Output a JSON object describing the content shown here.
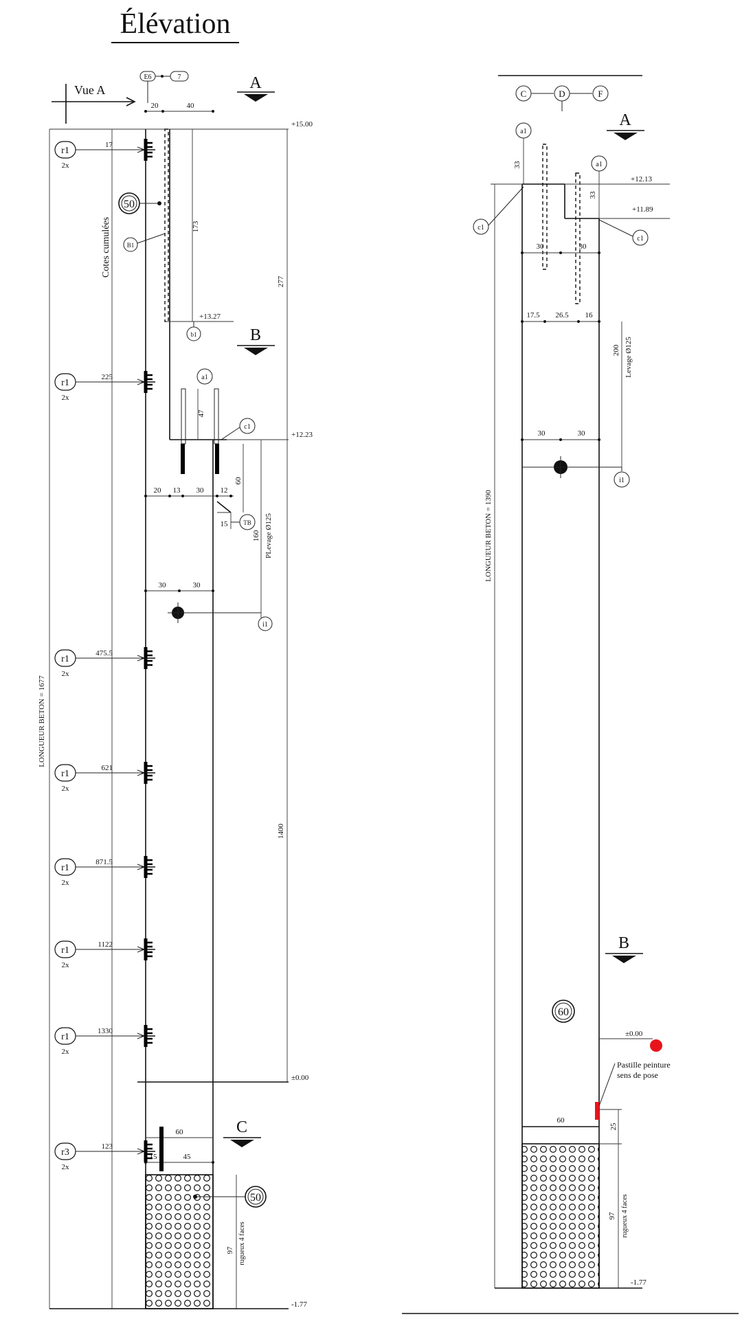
{
  "left": {
    "title": "Élévation",
    "view_label": "Vue A",
    "grid_refs": [
      "E6",
      "7"
    ],
    "section_a": "A",
    "section_b": "B",
    "section_c": "C",
    "top_dims": [
      "20",
      "40"
    ],
    "cumulative_label": "Cotes cumulées",
    "length_label": "LONGUEUR BETON = 1677",
    "levels": {
      "top": "+15.00",
      "l1327": "+13.27",
      "l1223": "+12.23",
      "zero": "±0.00",
      "bottom": "-1.77"
    },
    "r_rows": [
      {
        "tag": "r1",
        "mult": "2x",
        "dim": "17"
      },
      {
        "tag": "r1",
        "mult": "2x",
        "dim": "225"
      },
      {
        "tag": "r1",
        "mult": "2x",
        "dim": "475.5"
      },
      {
        "tag": "r1",
        "mult": "2x",
        "dim": "621"
      },
      {
        "tag": "r1",
        "mult": "2x",
        "dim": "871.5"
      },
      {
        "tag": "r1",
        "mult": "2x",
        "dim": "1122"
      },
      {
        "tag": "r1",
        "mult": "2x",
        "dim": "1330"
      },
      {
        "tag": "r3",
        "mult": "2x",
        "dim": "123"
      }
    ],
    "bubbles": {
      "n50_top": "50",
      "b1": "B1",
      "b1b": "b1",
      "a1": "a1",
      "c1": "c1",
      "tb": "TB",
      "i1": "i1",
      "n50_bottom": "50"
    },
    "dims": {
      "d173": "173",
      "d277": "277",
      "d47": "47",
      "d20": "20",
      "d13": "13",
      "d30": "30",
      "d12": "12",
      "d60": "60",
      "d15": "15",
      "d160": "160",
      "levage": "PLevage Ø125",
      "d30a": "30",
      "d30b": "30",
      "d1400": "1400",
      "c60": "60",
      "c15": "15",
      "c45": "45",
      "d97": "97",
      "rugueux": "rugueux 4 faces"
    }
  },
  "right": {
    "grid_refs": [
      "C",
      "D",
      "F"
    ],
    "section_a": "A",
    "section_b": "B",
    "levels": {
      "l1213": "+12.13",
      "l1189": "+11.89",
      "zero": "±0.00",
      "bottom": "-1.77"
    },
    "bubbles": {
      "a1_left": "a1",
      "a1_right": "a1",
      "c1_left": "c1",
      "c1_right": "c1",
      "i1": "i1",
      "n60": "60"
    },
    "dims": {
      "d33a": "33",
      "d33b": "33",
      "d30a": "30",
      "d30b": "30",
      "d175": "17.5",
      "d265": "26.5",
      "d16": "16",
      "d200": "200",
      "levage": "Levage Ø125",
      "d30c": "30",
      "d30d": "30",
      "length_label": "LONGUEUR BETON = 1390",
      "d60": "60",
      "d25": "25",
      "d97": "97",
      "rugueux": "rugueux 4 faces"
    },
    "pastille_line1": "Pastille peinture",
    "pastille_line2": "sens de pose",
    "pastille_color": "#e8141b"
  }
}
